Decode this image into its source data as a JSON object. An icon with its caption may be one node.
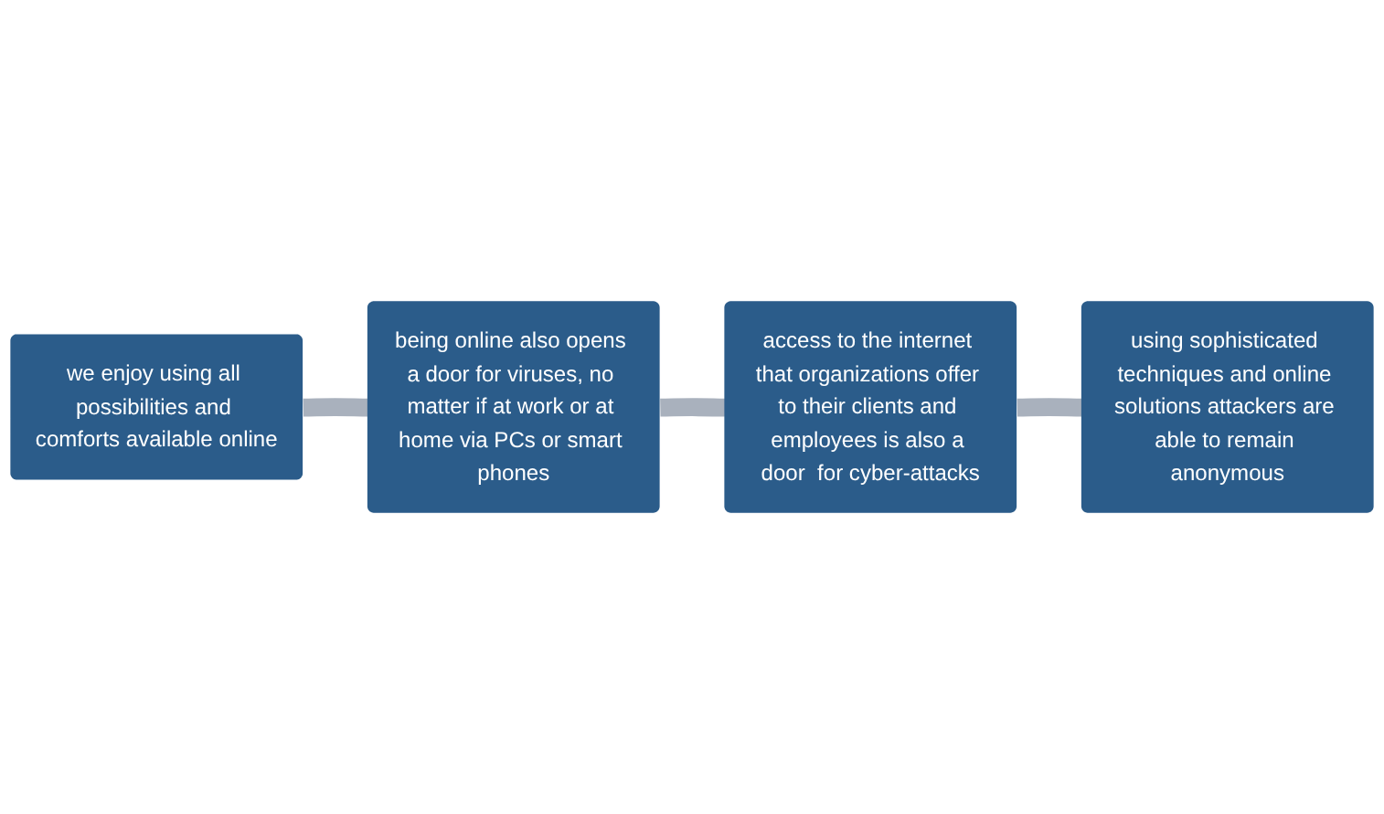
{
  "diagram": {
    "nodes": [
      {
        "text": [
          "we enjoy using all possibilities and comforts available online"
        ]
      },
      {
        "text": [
          "using sophisticated techniques and online solutions attackers are able to remain anonymous"
        ]
      },
      {
        "text": [
          "being online also opens a door for viruses, no matter if at work or at home via PCs or smart phones"
        ]
      },
      {
        "text": [
          "access to the internet that organizations offer to their clients and employees is also a door  for cyber-attacks"
        ]
      }
    ],
    "edges": [
      {
        "from": 0,
        "to": 2,
        "arrow": "none"
      },
      {
        "from": 2,
        "to": 3,
        "arrow": "none"
      },
      {
        "from": 3,
        "to": 1,
        "arrow": "none"
      }
    ]
  }
}
